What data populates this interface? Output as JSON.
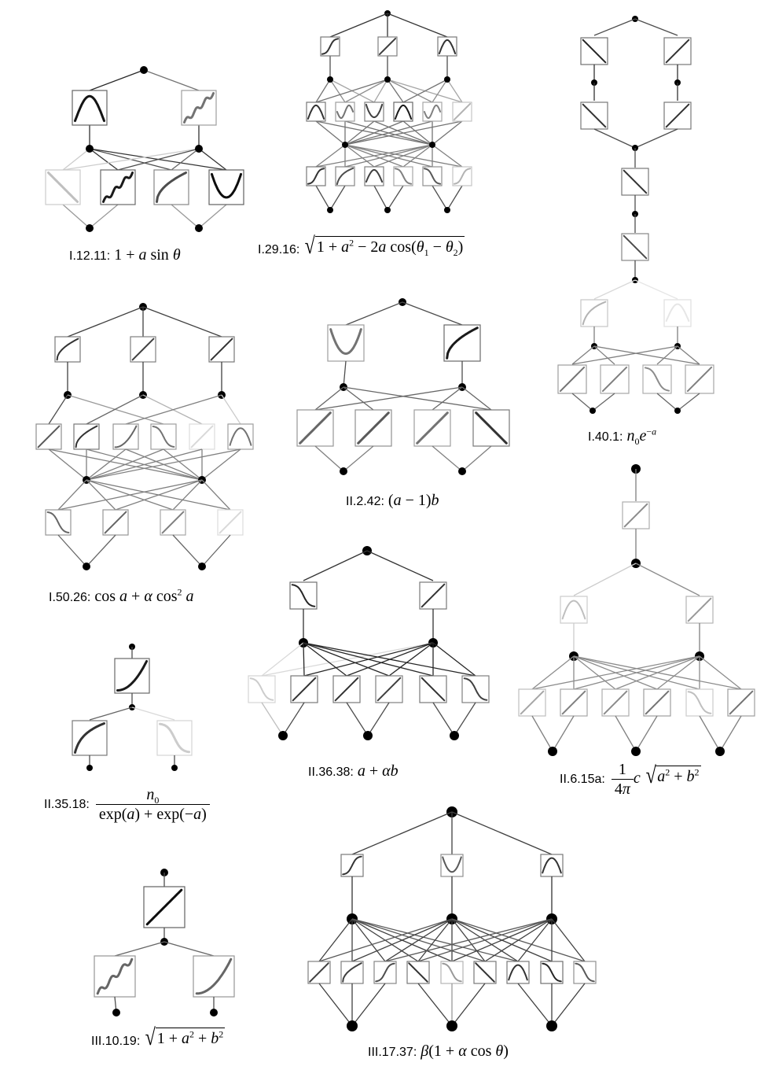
{
  "diagrams": [
    {
      "name": "I.12.11",
      "label": "I.12.11:",
      "formula": "1 + a sin θ"
    },
    {
      "name": "I.29.16",
      "label": "I.29.16:",
      "formula": "√(1 + a² − 2a cos(θ₁ − θ₂))"
    },
    {
      "name": "I.40.1",
      "label": "I.40.1:",
      "formula": "n₀e^(−a)"
    },
    {
      "name": "I.50.26",
      "label": "I.50.26:",
      "formula": "cos a + α cos² a"
    },
    {
      "name": "II.2.42",
      "label": "II.2.42:",
      "formula": "(a − 1)b"
    },
    {
      "name": "II.35.18",
      "label": "II.35.18:",
      "formula": "n₀ / (exp(a) + exp(−a))"
    },
    {
      "name": "II.36.38",
      "label": "II.36.38:",
      "formula": "a + αb"
    },
    {
      "name": "II.6.15a",
      "label": "II.6.15a:",
      "formula": "(1/4π) c √(a² + b²)"
    },
    {
      "name": "III.10.19",
      "label": "III.10.19:",
      "formula": "√(1 + a² + b²)"
    },
    {
      "name": "III.17.37",
      "label": "III.17.37:",
      "formula": "β(1 + α cos θ)"
    }
  ]
}
